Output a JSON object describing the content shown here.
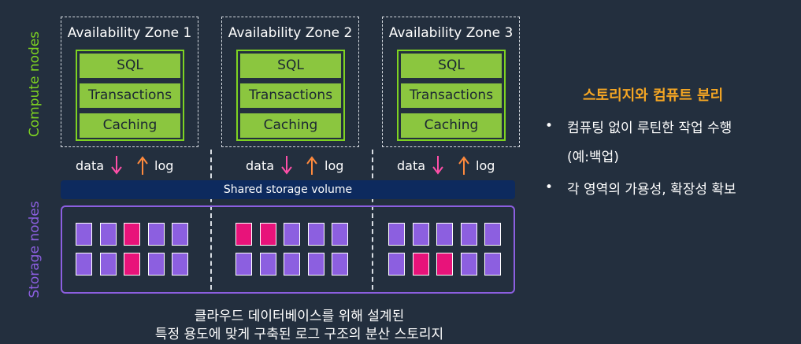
{
  "colors": {
    "background": "#232f3e",
    "compute_label": "#7ed321",
    "storage_label": "#8c5fe0",
    "layer_fill": "#8bc63f",
    "arrow_down": "#ff4fa8",
    "arrow_up": "#ff8a3d",
    "shared_volume": "#0d2a5e",
    "cell_normal": "#8c5fe0",
    "cell_highlight": "#e8137a",
    "title_accent": "#f5a623"
  },
  "labels": {
    "compute_nodes": "Compute nodes",
    "storage_nodes": "Storage nodes",
    "data": "data",
    "log": "log",
    "shared_volume": "Shared storage volume"
  },
  "zones": [
    {
      "title": "Availability Zone 1",
      "layers": [
        "SQL",
        "Transactions",
        "Caching"
      ]
    },
    {
      "title": "Availability Zone 2",
      "layers": [
        "SQL",
        "Transactions",
        "Caching"
      ]
    },
    {
      "title": "Availability Zone 3",
      "layers": [
        "SQL",
        "Transactions",
        "Caching"
      ]
    }
  ],
  "storage_grid": [
    {
      "rows": [
        [
          "n",
          "n",
          "h",
          "n",
          "n"
        ],
        [
          "n",
          "n",
          "h",
          "n",
          "n"
        ]
      ]
    },
    {
      "rows": [
        [
          "h",
          "h",
          "n",
          "n",
          "n"
        ],
        [
          "n",
          "n",
          "n",
          "n",
          "n"
        ]
      ]
    },
    {
      "rows": [
        [
          "n",
          "n",
          "n",
          "n",
          "n"
        ],
        [
          "n",
          "h",
          "h",
          "n",
          "n"
        ]
      ]
    }
  ],
  "side": {
    "title": "스토리지와 컴퓨트 분리",
    "bullet1_line1": "컴퓨팅 없이 루틴한 작업 수행",
    "bullet1_line2": "(예:백업)",
    "bullet2": "각 영역의 가용성, 확장성 확보"
  },
  "caption": {
    "line1": "클라우드 데이터베이스를 위해 설계된",
    "line2": "특정 용도에 맞게 구축된 로그 구조의 분산 스토리지"
  }
}
